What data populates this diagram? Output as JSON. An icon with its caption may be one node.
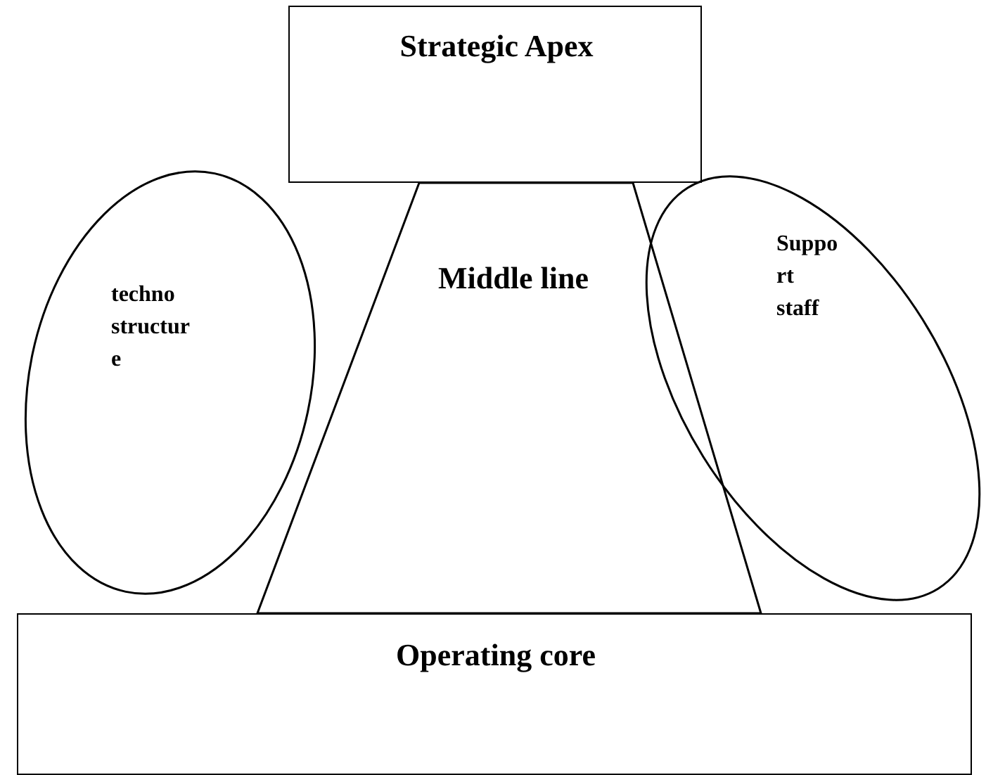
{
  "diagram": {
    "nodes": [
      {
        "text": [
          "Strategic Apex"
        ]
      },
      {
        "text": [
          "techno structure"
        ]
      },
      {
        "text": [
          "Middle line"
        ]
      },
      {
        "text": [
          "Support staff"
        ]
      },
      {
        "text": [
          "Operating core"
        ]
      }
    ]
  }
}
